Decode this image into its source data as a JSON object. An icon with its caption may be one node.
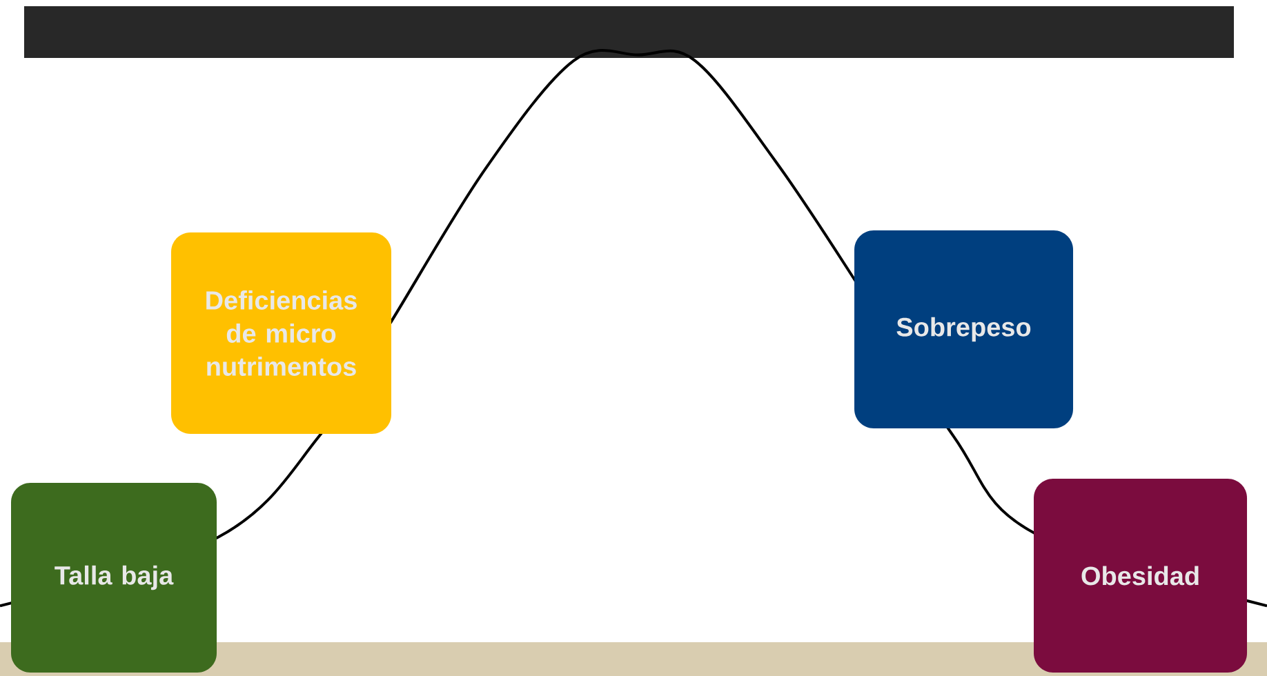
{
  "diagram": {
    "nodes": [
      {
        "text": [
          "Deficiencias de micro nutrimentos"
        ]
      },
      {
        "text": [
          "Sobrepeso"
        ]
      },
      {
        "text": [
          "Talla baja"
        ]
      },
      {
        "text": [
          "Obesidad"
        ]
      }
    ]
  }
}
